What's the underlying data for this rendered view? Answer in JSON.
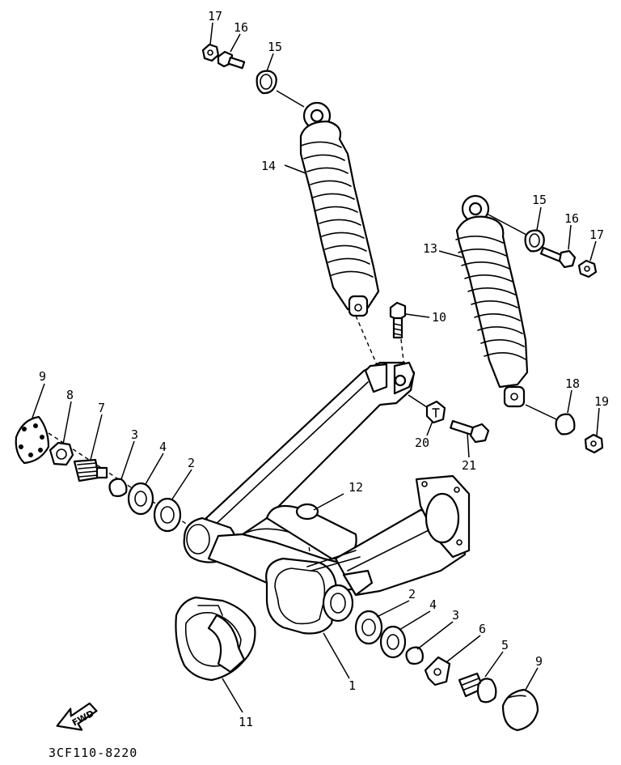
{
  "diagram": {
    "drawing_code": "3CF110-8220",
    "direction_label": "FWD",
    "callouts": {
      "c17a": "17",
      "c16a": "16",
      "c15a": "15",
      "c14": "14",
      "c15b": "15",
      "c16b": "16",
      "c17b": "17",
      "c13": "13",
      "c10": "10",
      "c18": "18",
      "c19": "19",
      "c20": "20",
      "c21": "21",
      "c9a": "9",
      "c8": "8",
      "c7": "7",
      "c3a": "3",
      "c4a": "4",
      "c2a": "2",
      "c12": "12",
      "c2b": "2",
      "c4b": "4",
      "c3b": "3",
      "c6": "6",
      "c5": "5",
      "c9b": "9",
      "c1": "1",
      "c11": "11"
    }
  }
}
